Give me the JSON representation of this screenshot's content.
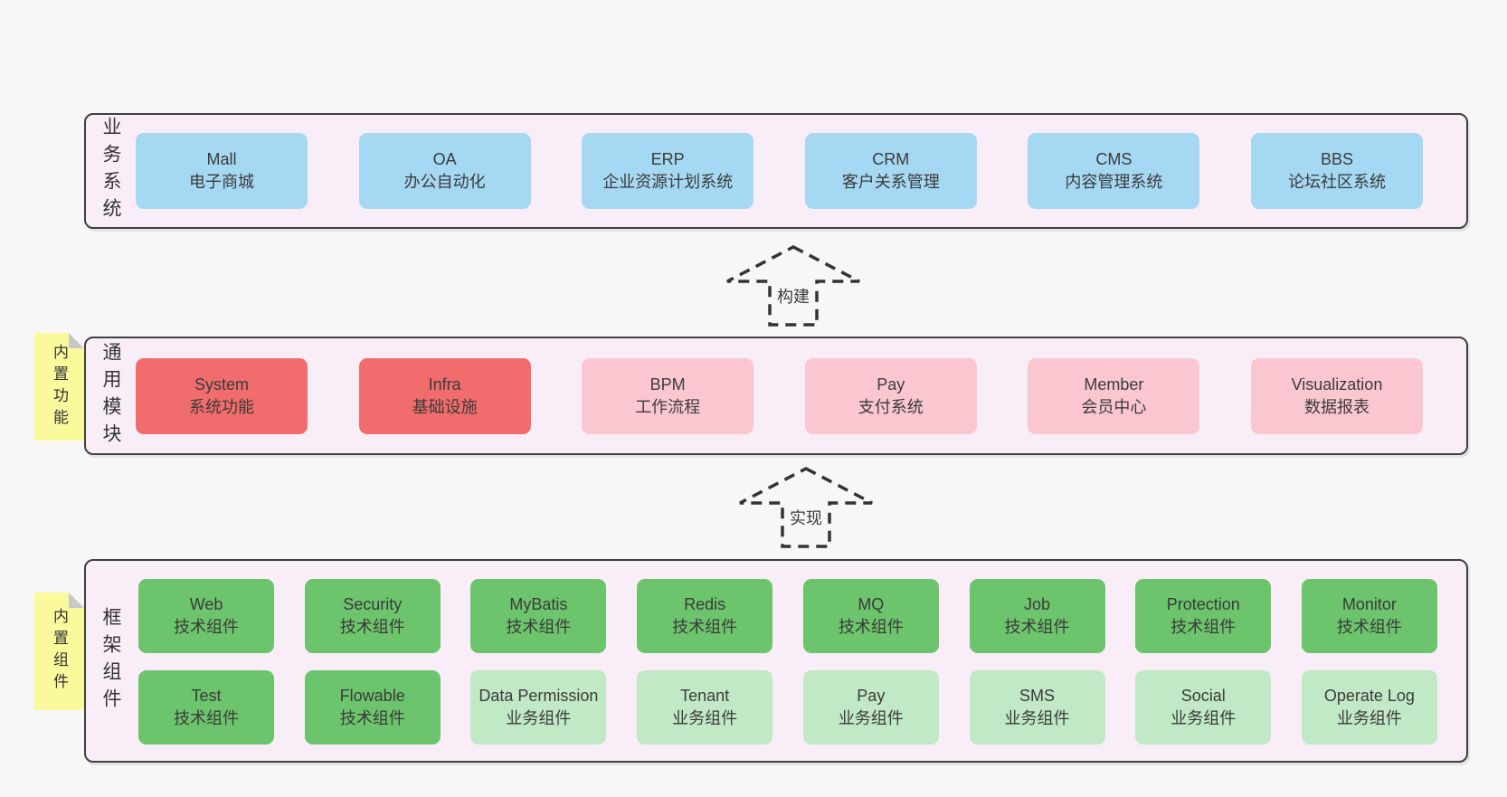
{
  "colors": {
    "page_bg": "#f7f7f7",
    "container_bg": "#f9eef7",
    "container_border": "#404040",
    "business_box": "#a5d8f2",
    "core_module_box": "#f16c6c",
    "optional_module_box": "#fac7d1",
    "tech_component_box": "#6cc46c",
    "biz_component_box": "#c1e9c6",
    "sticky_note": "#fafa9c",
    "arrow_dash": "#333333"
  },
  "arrows": [
    {
      "label": "构建"
    },
    {
      "label": "实现"
    }
  ],
  "business": {
    "label": "业务系统",
    "boxes": [
      {
        "name": "Mall",
        "desc": "电子商城"
      },
      {
        "name": "OA",
        "desc": "办公自动化"
      },
      {
        "name": "ERP",
        "desc": "企业资源计划系统"
      },
      {
        "name": "CRM",
        "desc": "客户关系管理"
      },
      {
        "name": "CMS",
        "desc": "内容管理系统"
      },
      {
        "name": "BBS",
        "desc": "论坛社区系统"
      }
    ]
  },
  "modules": {
    "label": "通用模块",
    "sticky": "内置功能",
    "boxes": [
      {
        "name": "System",
        "desc": "系统功能"
      },
      {
        "name": "Infra",
        "desc": "基础设施"
      },
      {
        "name": "BPM",
        "desc": "工作流程"
      },
      {
        "name": "Pay",
        "desc": "支付系统"
      },
      {
        "name": "Member",
        "desc": "会员中心"
      },
      {
        "name": "Visualization",
        "desc": "数据报表"
      }
    ]
  },
  "components": {
    "label": "框架组件",
    "sticky": "内置组件",
    "row1": [
      {
        "name": "Web",
        "desc": "技术组件"
      },
      {
        "name": "Security",
        "desc": "技术组件"
      },
      {
        "name": "MyBatis",
        "desc": "技术组件"
      },
      {
        "name": "Redis",
        "desc": "技术组件"
      },
      {
        "name": "MQ",
        "desc": "技术组件"
      },
      {
        "name": "Job",
        "desc": "技术组件"
      },
      {
        "name": "Protection",
        "desc": "技术组件"
      },
      {
        "name": "Monitor",
        "desc": "技术组件"
      }
    ],
    "row2": [
      {
        "name": "Test",
        "desc": "技术组件"
      },
      {
        "name": "Flowable",
        "desc": "技术组件"
      },
      {
        "name": "Data Permission",
        "desc": "业务组件"
      },
      {
        "name": "Tenant",
        "desc": "业务组件"
      },
      {
        "name": "Pay",
        "desc": "业务组件"
      },
      {
        "name": "SMS",
        "desc": "业务组件"
      },
      {
        "name": "Social",
        "desc": "业务组件"
      },
      {
        "name": "Operate Log",
        "desc": "业务组件"
      }
    ]
  }
}
